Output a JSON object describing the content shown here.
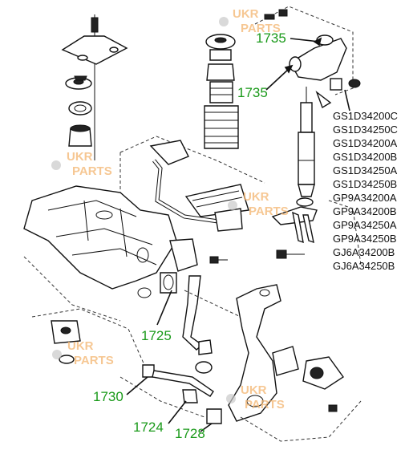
{
  "callouts": {
    "c1735_top": "1735",
    "c1735_mid": "1735",
    "c1725": "1725",
    "c1730": "1730",
    "c1724": "1724",
    "c1728": "1728"
  },
  "part_numbers": [
    "GS1D34200C",
    "GS1D34250C",
    "GS1D34200A",
    "GS1D34200B",
    "GS1D34250A",
    "GS1D34250B",
    "GP9A34200A",
    "GP9A34200B",
    "GP9A34250A",
    "GP9A34250B",
    "GJ6A34200B",
    "GJ6A34250B"
  ],
  "watermark": {
    "line1": "UKR",
    "line2": "PARTS"
  },
  "colors": {
    "callout": "#1a9a1a",
    "watermark": "#f3b56f"
  }
}
